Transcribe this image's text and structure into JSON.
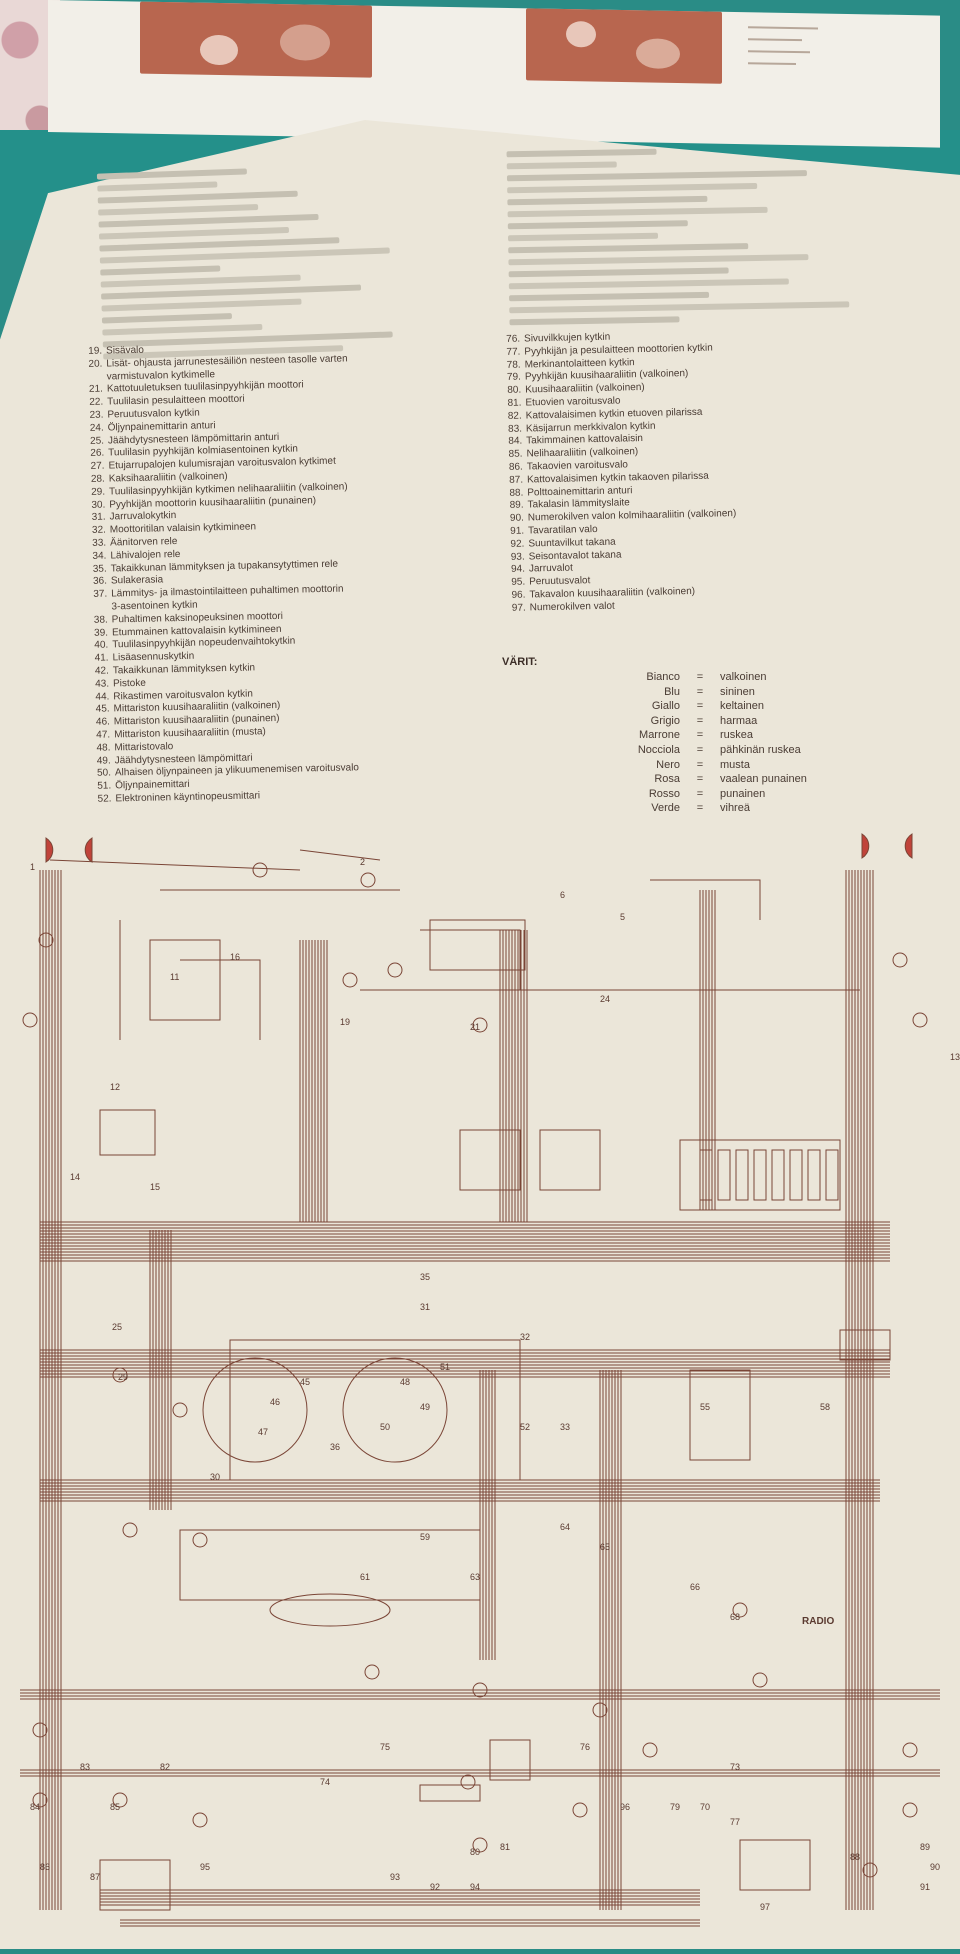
{
  "legend_left": [
    {
      "n": "19.",
      "t": "Sisävalo"
    },
    {
      "n": "20.",
      "t": "Lisät- ohjausta jarrunestesäiliön nesteen tasolle varten"
    },
    {
      "n": "",
      "t": "varmistuvalon kytkimelle"
    },
    {
      "n": "21.",
      "t": "Kattotuuletuksen tuulilasinpyyhkijän moottori"
    },
    {
      "n": "22.",
      "t": "Tuulilasin pesulaitteen moottori"
    },
    {
      "n": "23.",
      "t": "Peruutusvalon kytkin"
    },
    {
      "n": "24.",
      "t": "Öljynpainemittarin anturi"
    },
    {
      "n": "25.",
      "t": "Jäähdytysnesteen lämpömittarin anturi"
    },
    {
      "n": "26.",
      "t": "Tuulilasin pyyhkijän kolmiasentoinen kytkin"
    },
    {
      "n": "27.",
      "t": "Etujarrupalojen kulumisrajan varoitusvalon kytkimet"
    },
    {
      "n": "28.",
      "t": "Kaksihaaraliitin (valkoinen)"
    },
    {
      "n": "29.",
      "t": "Tuulilasinpyyhkijän kytkimen nelihaaraliitin (valkoinen)"
    },
    {
      "n": "30.",
      "t": "Pyyhkijän moottorin kuusihaaraliitin (punainen)"
    },
    {
      "n": "31.",
      "t": "Jarruvalokytkin"
    },
    {
      "n": "32.",
      "t": "Moottoritilan valaisin kytkimineen"
    },
    {
      "n": "33.",
      "t": "Äänitorven rele"
    },
    {
      "n": "34.",
      "t": "Lähivalojen rele"
    },
    {
      "n": "35.",
      "t": "Takaikkunan lämmityksen ja tupakansytyttimen rele"
    },
    {
      "n": "36.",
      "t": "Sulakerasia"
    },
    {
      "n": "37.",
      "t": "Lämmitys- ja ilmastointilaitteen puhaltimen moottorin"
    },
    {
      "n": "",
      "t": "3-asentoinen kytkin"
    },
    {
      "n": "38.",
      "t": "Puhaltimen kaksinopeuksinen moottori"
    },
    {
      "n": "39.",
      "t": "Etummainen kattovalaisin kytkimineen"
    },
    {
      "n": "40.",
      "t": "Tuulilasinpyyhkijän nopeudenvaihtokytkin"
    },
    {
      "n": "41.",
      "t": "Lisäasennuskytkin"
    },
    {
      "n": "42.",
      "t": "Takaikkunan lämmityksen kytkin"
    },
    {
      "n": "43.",
      "t": "Pistoke"
    },
    {
      "n": "44.",
      "t": "Rikastimen varoitusvalon kytkin"
    },
    {
      "n": "45.",
      "t": "Mittariston kuusihaaraliitin (valkoinen)"
    },
    {
      "n": "46.",
      "t": "Mittariston kuusihaaraliitin (punainen)"
    },
    {
      "n": "47.",
      "t": "Mittariston kuusihaaraliitin (musta)"
    },
    {
      "n": "48.",
      "t": "Mittaristovalo"
    },
    {
      "n": "49.",
      "t": "Jäähdytysnesteen lämpömittari"
    },
    {
      "n": "50.",
      "t": "Alhaisen öljynpaineen ja ylikuumenemisen varoitusvalo"
    },
    {
      "n": "51.",
      "t": "Öljynpainemittari"
    },
    {
      "n": "52.",
      "t": "Elektroninen käyntinopeusmittari"
    }
  ],
  "legend_right": [
    {
      "n": "76.",
      "t": "Sivuvilkkujen kytkin"
    },
    {
      "n": "77.",
      "t": "Pyyhkijän ja pesulaitteen moottorien kytkin"
    },
    {
      "n": "78.",
      "t": "Merkinantolaitteen kytkin"
    },
    {
      "n": "79.",
      "t": "Pyyhkijän kuusihaaraliitin (valkoinen)"
    },
    {
      "n": "80.",
      "t": "Kuusihaaraliitin (valkoinen)"
    },
    {
      "n": "81.",
      "t": "Etuovien varoitusvalo"
    },
    {
      "n": "82.",
      "t": "Kattovalaisimen kytkin etuoven pilarissa"
    },
    {
      "n": "83.",
      "t": "Käsijarrun merkkivalon kytkin"
    },
    {
      "n": "84.",
      "t": "Takimmainen kattovalaisin"
    },
    {
      "n": "85.",
      "t": "Nelihaaraliitin (valkoinen)"
    },
    {
      "n": "86.",
      "t": "Takaovien varoitusvalo"
    },
    {
      "n": "87.",
      "t": "Kattovalaisimen kytkin takaoven pilarissa"
    },
    {
      "n": "88.",
      "t": "Polttoainemittarin anturi"
    },
    {
      "n": "89.",
      "t": "Takalasin lämmityslaite"
    },
    {
      "n": "90.",
      "t": "Numerokilven valon kolmihaaraliitin (valkoinen)"
    },
    {
      "n": "91.",
      "t": "Tavaratilan valo"
    },
    {
      "n": "92.",
      "t": "Suuntavilkut takana"
    },
    {
      "n": "93.",
      "t": "Seisontavalot takana"
    },
    {
      "n": "94.",
      "t": "Jarruvalot"
    },
    {
      "n": "95.",
      "t": "Peruutusvalot"
    },
    {
      "n": "96.",
      "t": "Takavalon kuusihaaraliitin (valkoinen)"
    },
    {
      "n": "97.",
      "t": "Numerokilven valot"
    }
  ],
  "varit_heading": "VÄRIT:",
  "colors": [
    {
      "it": "Bianco",
      "fi": "valkoinen"
    },
    {
      "it": "Blu",
      "fi": "sininen"
    },
    {
      "it": "Giallo",
      "fi": "keltainen"
    },
    {
      "it": "Grigio",
      "fi": "harmaa"
    },
    {
      "it": "Marrone",
      "fi": "ruskea"
    },
    {
      "it": "Nocciola",
      "fi": "pähkinän ruskea"
    },
    {
      "it": "Nero",
      "fi": "musta"
    },
    {
      "it": "Rosa",
      "fi": "vaalean punainen"
    },
    {
      "it": "Rosso",
      "fi": "punainen"
    },
    {
      "it": "Verde",
      "fi": "vihreä"
    }
  ],
  "equals": "=",
  "diagram": {
    "radio_label": "RADIO",
    "callouts": [
      "1",
      "2",
      "5",
      "6",
      "11",
      "12",
      "13",
      "14",
      "15",
      "16",
      "19",
      "21",
      "24",
      "25",
      "29",
      "30",
      "31",
      "32",
      "33",
      "35",
      "36",
      "45",
      "46",
      "47",
      "48",
      "49",
      "50",
      "51",
      "52",
      "55",
      "58",
      "59",
      "61",
      "63",
      "64",
      "65",
      "66",
      "68",
      "70",
      "73",
      "74",
      "75",
      "76",
      "77",
      "79",
      "80",
      "81",
      "82",
      "83",
      "84",
      "85",
      "86",
      "87",
      "88",
      "89",
      "90",
      "91",
      "92",
      "93",
      "94",
      "95",
      "96",
      "97"
    ],
    "wire_color": "#7a4536",
    "lamp_color": "#c0433a"
  }
}
